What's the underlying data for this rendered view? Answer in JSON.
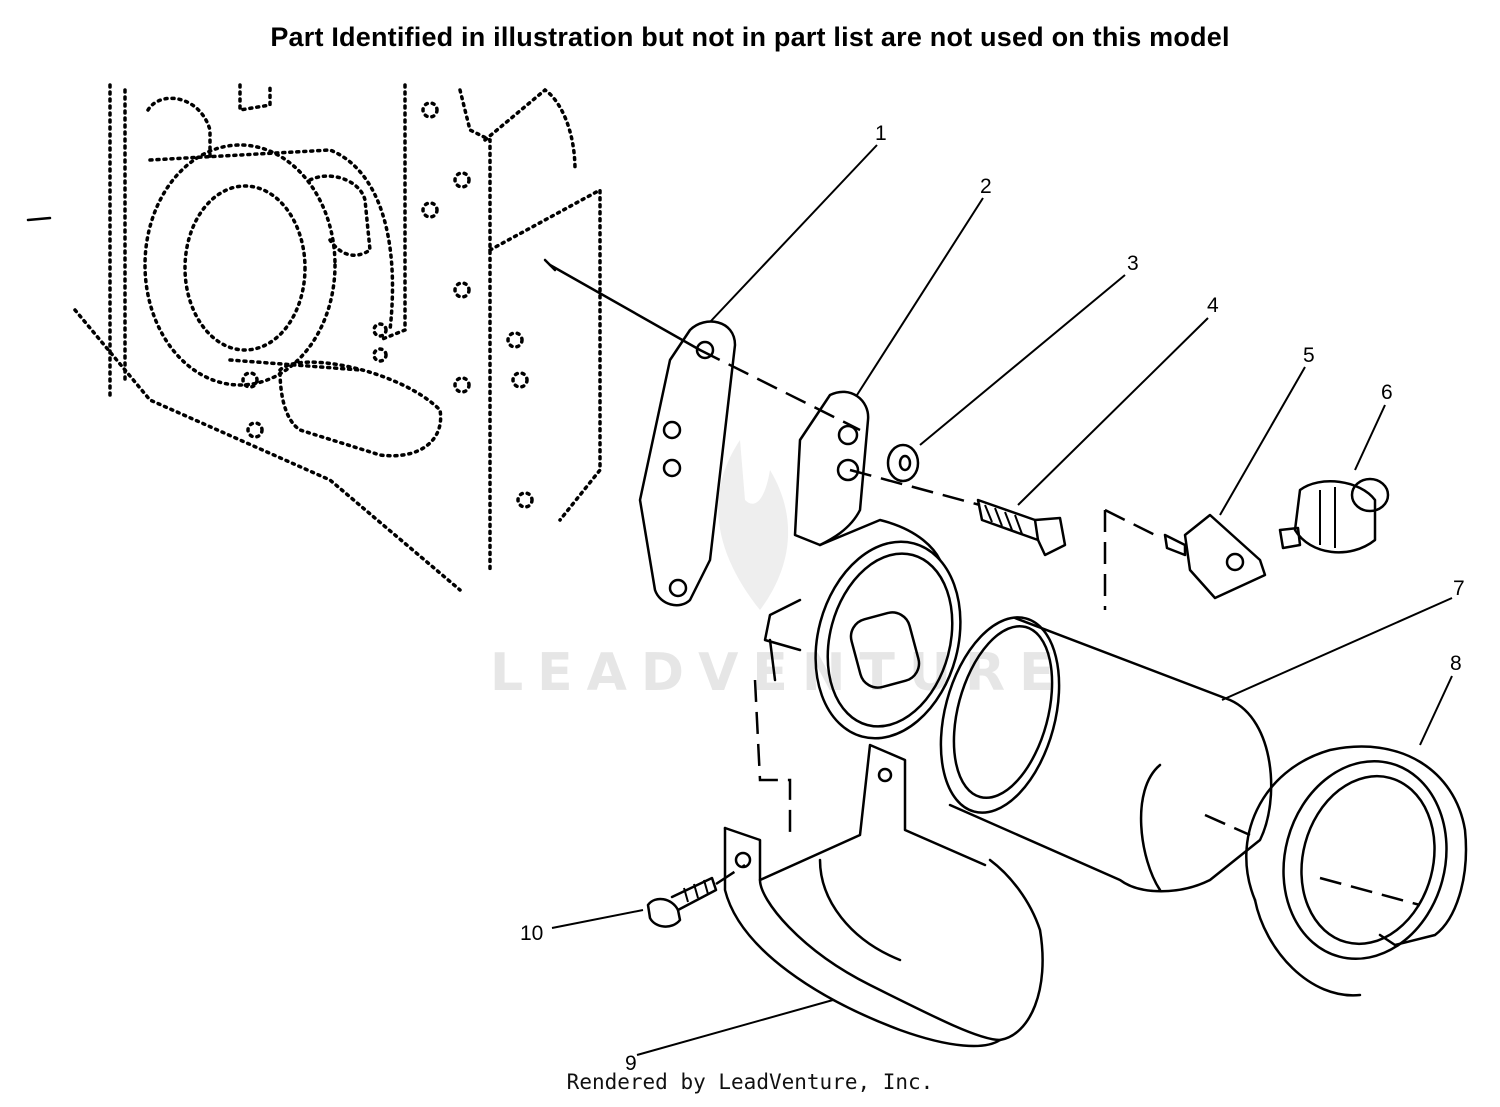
{
  "header": {
    "note": "Part Identified in illustration but not in part list are not used on this model"
  },
  "watermark": {
    "text": "LEADVENTURE"
  },
  "footer": {
    "credit": "Rendered by LeadVenture, Inc."
  },
  "callouts": [
    "1",
    "2",
    "3",
    "4",
    "5",
    "6",
    "7",
    "8",
    "9",
    "10"
  ]
}
